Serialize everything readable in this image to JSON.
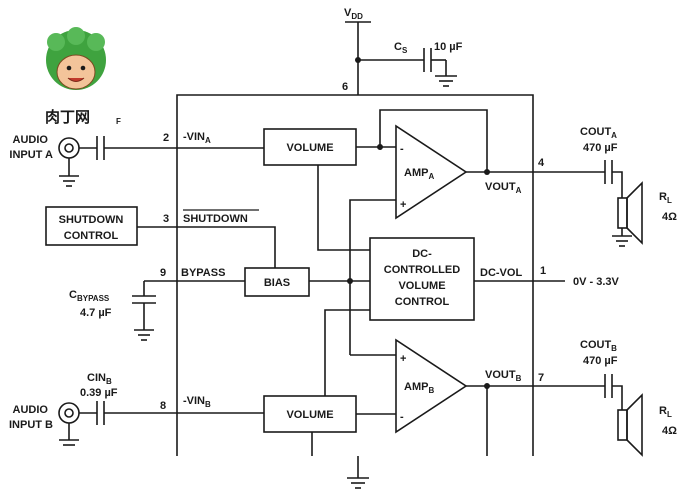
{
  "vdd": {
    "main": "V",
    "sub": "DD"
  },
  "cs": {
    "main": "C",
    "sub": "S",
    "value": "10 µF"
  },
  "pin6": "6",
  "logo": {
    "text": "肉丁网",
    "suffix": "F"
  },
  "input_a": {
    "line1": "AUDIO",
    "line2": "INPUT A"
  },
  "pin2": "2",
  "vin_a": {
    "main": "-VIN",
    "sub": "A"
  },
  "volume_a": "VOLUME",
  "amp_a": {
    "main": "AMP",
    "sub": "A"
  },
  "vout_a": {
    "main": "VOUT",
    "sub": "A"
  },
  "pin4": "4",
  "cout_a": {
    "main": "COUT",
    "sub": "A",
    "value": "470 µF"
  },
  "rl_a": {
    "main": "R",
    "sub": "L",
    "value": "4Ω"
  },
  "shutdown_control": {
    "line1": "SHUTDOWN",
    "line2": "CONTROL"
  },
  "pin3": "3",
  "shutdown_pin": "SHUTDOWN",
  "pin9": "9",
  "bypass": "BYPASS",
  "bias": "BIAS",
  "dc_vol_box": {
    "line1": "DC-",
    "line2": "CONTROLLED",
    "line3": "VOLUME",
    "line4": "CONTROL"
  },
  "dc_vol_pin": "DC-VOL",
  "pin1": "1",
  "range": "0V - 3.3V",
  "c_bypass": {
    "main": "C",
    "sub": "BYPASS",
    "value": "4.7 µF"
  },
  "cin_b": {
    "main": "CIN",
    "sub": "B",
    "value": "0.39 µF"
  },
  "input_b": {
    "line1": "AUDIO",
    "line2": "INPUT B"
  },
  "pin8": "8",
  "vin_b": {
    "main": "-VIN",
    "sub": "B"
  },
  "volume_b": "VOLUME",
  "amp_b": {
    "main": "AMP",
    "sub": "B"
  },
  "vout_b": {
    "main": "VOUT",
    "sub": "B"
  },
  "pin7": "7",
  "cout_b": {
    "main": "COUT",
    "sub": "B",
    "value": "470 µF"
  },
  "rl_b": {
    "main": "R",
    "sub": "L",
    "value": "4Ω"
  },
  "amp_plus": "+",
  "amp_minus": "-"
}
